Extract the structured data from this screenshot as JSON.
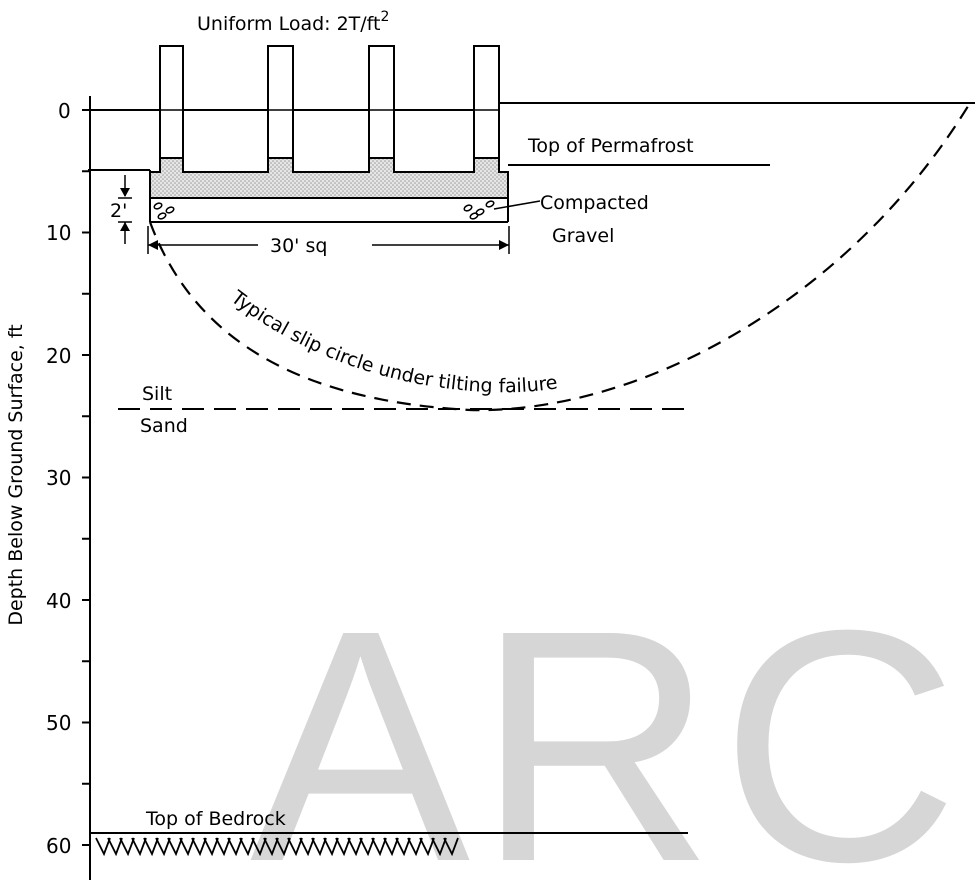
{
  "diagram": {
    "load_label": "Uniform Load: 2T/ft",
    "load_exponent": "2",
    "permafrost_label": "Top of Permafrost",
    "gravel_label_line1": "Compacted",
    "gravel_label_line2": "Gravel",
    "gravel_thickness_label": "2'",
    "footing_width_label": "30' sq",
    "slip_label": "Typical slip circle under tilting failure",
    "silt_label": "Silt",
    "sand_label": "Sand",
    "bedrock_label": "Top of Bedrock",
    "yaxis_label": "Depth Below Ground Surface, ft",
    "yticks": [
      "0",
      "10",
      "20",
      "30",
      "40",
      "50",
      "60"
    ],
    "watermark": "ARCHIVE"
  },
  "colors": {
    "ink": "#000000",
    "gravel_fill": "#dcdcdc",
    "watermark": "#d6d6d6"
  }
}
